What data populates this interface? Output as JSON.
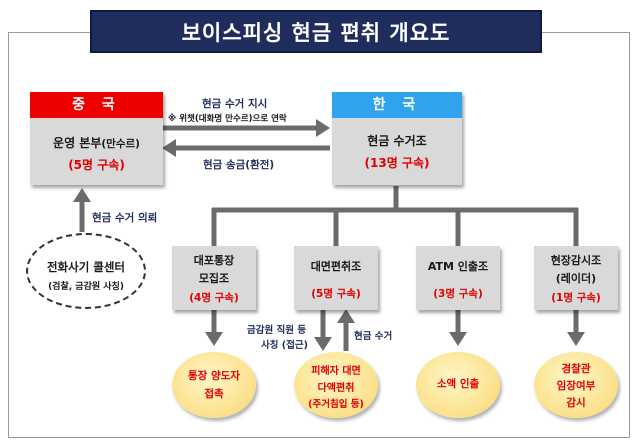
{
  "title": "보이스피싱 현금 편취 개요도",
  "china": {
    "header": "중 국",
    "name": "운영 본부",
    "name_suffix": "(만수르)",
    "count": "(5명 구속)",
    "header_color": "#ee0000"
  },
  "korea": {
    "header": "한 국",
    "name": "현금 수거조",
    "count": "(13명 구속)",
    "header_color": "#2fa3ee"
  },
  "arrows": {
    "instruction": "현금 수거 지시",
    "instruction_note": "※ 위챗(대화명 만수르)으로 연락",
    "remit": "현금 송금(환전)",
    "request": "현금 수거 의뢰",
    "fss_access_1": "금감원 직원 등",
    "fss_access_2": "사칭 (접근)",
    "cash_collect": "현금 수거"
  },
  "callcenter": {
    "line1": "전화사기 콜센터",
    "line2": "(검찰, 금감원 사칭)"
  },
  "groups": [
    {
      "line1": "대포통장",
      "line2": "모집조",
      "count": "(4명 구속)"
    },
    {
      "line1": "대면편취조",
      "line2": "",
      "count": "(5명 구속)"
    },
    {
      "line1": "ATM 인출조",
      "line2": "",
      "count": "(3명 구속)"
    },
    {
      "line1": "현장감시조",
      "line2": "(레이더)",
      "count": "(1명 구속)"
    }
  ],
  "outcomes": [
    {
      "line1": "통장 양도자",
      "line2": "접촉",
      "line3": ""
    },
    {
      "line1": "피해자 대면",
      "line2": "다액편취",
      "line3": "(주거침입 등)"
    },
    {
      "line1": "소액 인출",
      "line2": "",
      "line3": ""
    },
    {
      "line1": "경찰관",
      "line2": "임장여부",
      "line3": "감시"
    }
  ]
}
